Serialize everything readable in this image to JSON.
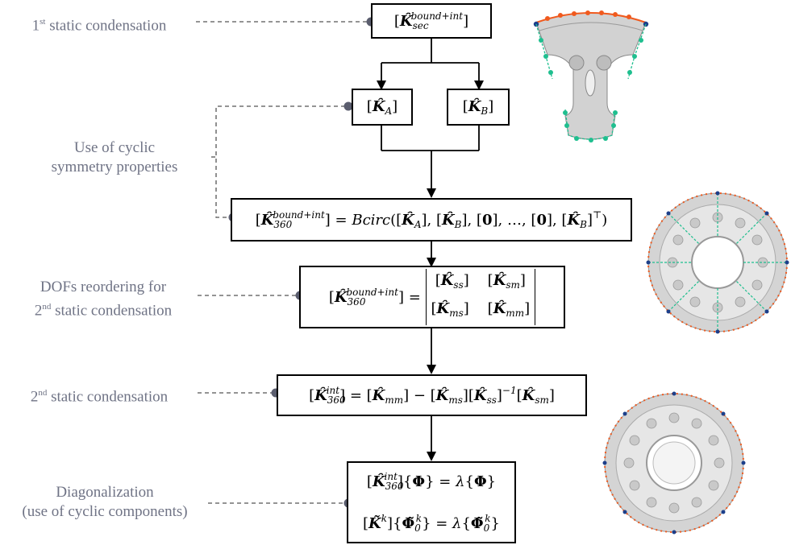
{
  "labels": {
    "static1": {
      "pre": "1",
      "sup": "st",
      "post": " static condensation"
    },
    "cyclic_l1": "Use of cyclic",
    "cyclic_l2": "symmetry  properties",
    "reorder_l1": "DOFs reordering for",
    "reorder_l2_pre": "2",
    "reorder_l2_sup": "nd",
    "reorder_l2_post": " static condensation",
    "static2": {
      "pre": "2",
      "sup": "nd",
      "post": " static condensation"
    },
    "diag_l1": "Diagonalization",
    "diag_l2": "(use of cyclic components)"
  },
  "boxes": {
    "ksec": "[K̂_sec^{bound+int}]",
    "ka": "[K̂_A]",
    "kb": "[K̂_B]",
    "bcirc": "[K̂_360^{bound+int}] = Bcirc([K̂_A],[K̂_B],[0],…,[0],[K̂_B]^T)",
    "reorder": "[K̂_360^{bound+int}] = [[K̂_ss] [K̂_sm]; [K̂_ms] [K̂_mm]]",
    "condense": "[K̂_360^{int}] = [K̂_mm] − [K̂_ms][K̂_ss]^{-1}[K̂_sm]",
    "diag1": "[K̂_360^{int}]{Φ} = λ{Φ}",
    "diag2": "[K̃^k]{Φ̃_0^k} = λ{Φ̃_0^k}"
  },
  "colors": {
    "label_text": "#6f7385",
    "connector_dot": "#5a5d6e",
    "node_orange": "#f05a1e",
    "node_teal": "#1fbf8f",
    "node_blue": "#1c3f8a",
    "part_gray": "#c8c8c8"
  }
}
